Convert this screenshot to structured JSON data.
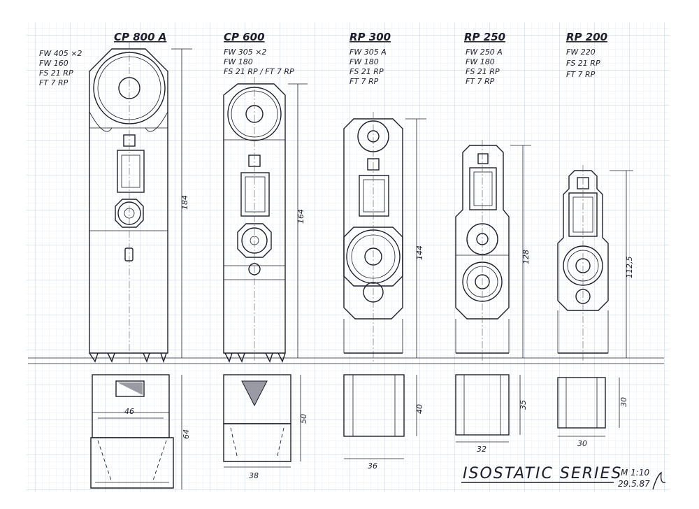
{
  "models": [
    {
      "title": "CP 800 A",
      "specs": [
        "FW 405 ×2",
        "FW 160",
        "FS 21 RP",
        "FT 7 RP"
      ],
      "height_dim": "184",
      "width_dim": "46",
      "depth_dim": "64"
    },
    {
      "title": "CP 600",
      "specs": [
        "FW 305 ×2",
        "FW 180",
        "FS 21 RP / FT 7 RP"
      ],
      "height_dim": "164",
      "width_dim": "38",
      "depth_dim": "50"
    },
    {
      "title": "RP 300",
      "specs": [
        "FW 305 A",
        "FW 180",
        "FS 21 RP",
        "FT 7 RP"
      ],
      "height_dim": "144",
      "width_dim": "36",
      "depth_dim": "40"
    },
    {
      "title": "RP 250",
      "specs": [
        "FW 250 A",
        "FW 180",
        "FS 21 RP",
        "FT 7 RP"
      ],
      "height_dim": "128",
      "width_dim": "32",
      "depth_dim": "35"
    },
    {
      "title": "RP 200",
      "specs": [
        "FW 220",
        "FS 21 RP",
        "FT 7 RP"
      ],
      "height_dim": "112,5",
      "width_dim": "30",
      "depth_dim": "30"
    }
  ],
  "series_title": "ISOSTATIC SERIES",
  "scale": "M 1:10",
  "date": "29.5.87",
  "colors": {
    "grid_minor": "#cfd9e6",
    "grid_major": "#a9bad0",
    "ink": "#1e1e2c"
  }
}
